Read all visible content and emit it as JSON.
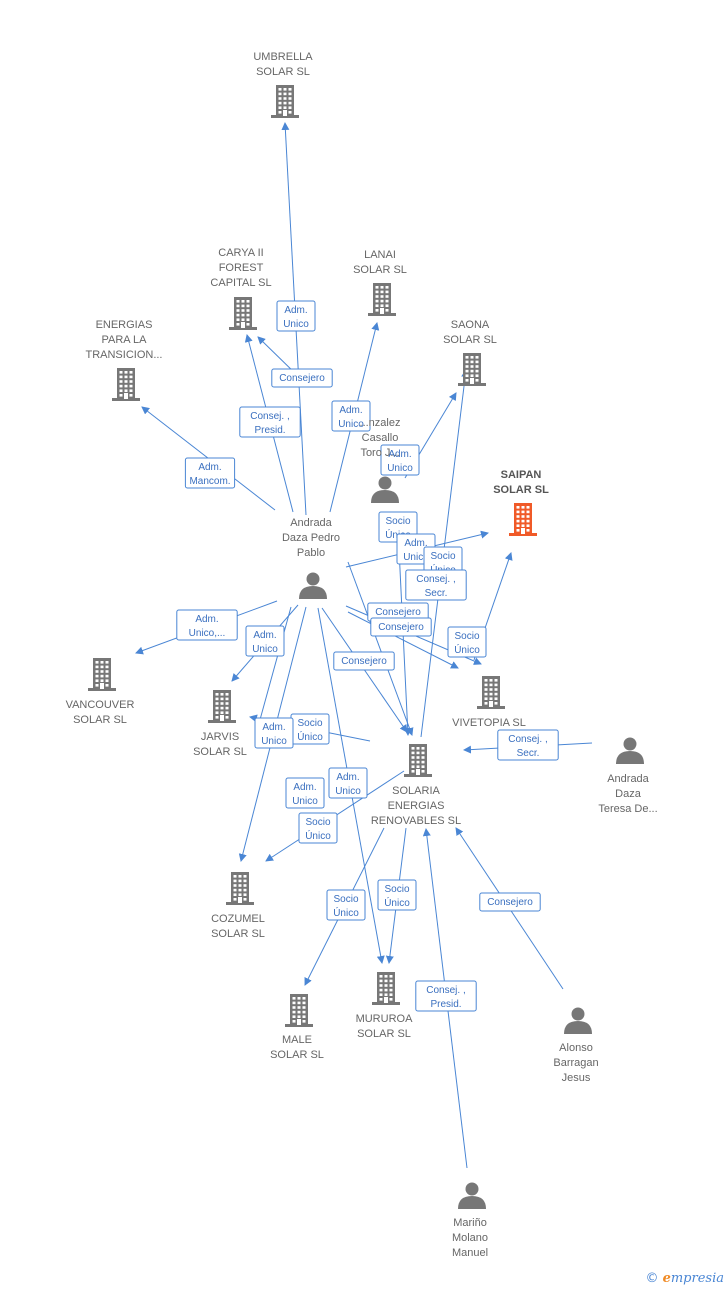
{
  "nodes": [
    {
      "id": "umbrella",
      "type": "company",
      "lines": [
        "UMBRELLA",
        "SOLAR SL"
      ]
    },
    {
      "id": "carya",
      "type": "company",
      "lines": [
        "CARYA II",
        "FOREST",
        "CAPITAL SL"
      ]
    },
    {
      "id": "lanai",
      "type": "company",
      "lines": [
        "LANAI",
        "SOLAR SL"
      ]
    },
    {
      "id": "energias",
      "type": "company",
      "lines": [
        "ENERGIAS",
        "PARA LA",
        "TRANSICION..."
      ]
    },
    {
      "id": "saona",
      "type": "company",
      "lines": [
        "SAONA",
        "SOLAR SL"
      ]
    },
    {
      "id": "saipan",
      "type": "company",
      "highlight": true,
      "lines": [
        "SAIPAN",
        "SOLAR SL"
      ]
    },
    {
      "id": "gonzalez",
      "type": "person",
      "lines": [
        "...nzalez",
        "Casallo",
        "Toro J..."
      ]
    },
    {
      "id": "andrada_pedro",
      "type": "person",
      "lines": [
        "Andrada",
        "Daza Pedro",
        "Pablo"
      ]
    },
    {
      "id": "vancouver",
      "type": "company",
      "lines": [
        "VANCOUVER",
        "SOLAR SL"
      ]
    },
    {
      "id": "jarvis",
      "type": "company",
      "lines": [
        "JARVIS",
        "SOLAR SL"
      ]
    },
    {
      "id": "vivetopia",
      "type": "company",
      "lines": [
        "VIVETOPIA SL"
      ]
    },
    {
      "id": "andrada_teresa",
      "type": "person",
      "lines": [
        "Andrada",
        "Daza",
        "Teresa De..."
      ]
    },
    {
      "id": "solaria",
      "type": "company",
      "lines": [
        "SOLARIA",
        "ENERGIAS",
        "RENOVABLES SL"
      ]
    },
    {
      "id": "cozumel",
      "type": "company",
      "lines": [
        "COZUMEL",
        "SOLAR SL"
      ]
    },
    {
      "id": "male",
      "type": "company",
      "lines": [
        "MALE",
        "SOLAR SL"
      ]
    },
    {
      "id": "mururoa",
      "type": "company",
      "lines": [
        "MURUROA",
        "SOLAR SL"
      ]
    },
    {
      "id": "alonso",
      "type": "person",
      "lines": [
        "Alonso",
        "Barragan",
        "Jesus"
      ]
    },
    {
      "id": "marino",
      "type": "person",
      "lines": [
        "Mariño",
        "Molano",
        "Manuel"
      ]
    }
  ],
  "edges": [
    {
      "from": "andrada_pedro",
      "to": "umbrella",
      "lines": [
        "Adm.",
        "Unico"
      ]
    },
    {
      "from": "andrada_pedro",
      "to": "carya",
      "lines": [
        "Consejero"
      ]
    },
    {
      "from": "andrada_pedro",
      "to": "carya",
      "lines": [
        "Consej. ,",
        "Presid."
      ]
    },
    {
      "from": "andrada_pedro",
      "to": "lanai",
      "lines": [
        "Adm.",
        "Unico"
      ]
    },
    {
      "from": "andrada_pedro",
      "to": "energias",
      "lines": [
        "Adm.",
        "Mancom."
      ]
    },
    {
      "from": "gonzalez",
      "to": "saona",
      "lines": [
        "Adm.",
        "Unico"
      ]
    },
    {
      "from": "gonzalez",
      "to": "solaria",
      "lines": [
        "Socio",
        "Único"
      ]
    },
    {
      "from": "andrada_pedro",
      "to": "saipan",
      "lines": [
        "Adm.",
        "Unico"
      ]
    },
    {
      "from": "solaria",
      "to": "saona",
      "lines": [
        "Socio",
        "Único"
      ]
    },
    {
      "from": "andrada_pedro",
      "to": "solaria",
      "lines": [
        "Consej. ,",
        "Secr."
      ]
    },
    {
      "from": "andrada_pedro",
      "to": "vivetopia",
      "lines": [
        "Consejero"
      ]
    },
    {
      "from": "andrada_pedro",
      "to": "vivetopia",
      "lines": [
        "Consejero"
      ]
    },
    {
      "from": "solaria",
      "to": "saipan",
      "lines": [
        "Socio",
        "Único"
      ]
    },
    {
      "from": "andrada_pedro",
      "to": "vancouver",
      "lines": [
        "Adm.",
        "Unico,..."
      ]
    },
    {
      "from": "andrada_pedro",
      "to": "jarvis",
      "lines": [
        "Adm.",
        "Unico"
      ]
    },
    {
      "from": "andrada_pedro",
      "to": "solaria",
      "lines": [
        "Consejero"
      ]
    },
    {
      "from": "solaria",
      "to": "jarvis",
      "lines": [
        "Socio",
        "Único"
      ]
    },
    {
      "from": "andrada_pedro",
      "to": "jarvis",
      "lines": [
        "Adm.",
        "Unico"
      ]
    },
    {
      "from": "andrada_teresa",
      "to": "solaria",
      "lines": [
        "Consej. ,",
        "Secr."
      ]
    },
    {
      "from": "andrada_pedro",
      "to": "cozumel",
      "lines": [
        "Adm.",
        "Unico"
      ]
    },
    {
      "from": "andrada_pedro",
      "to": "mururoa",
      "lines": [
        "Adm.",
        "Unico"
      ]
    },
    {
      "from": "solaria",
      "to": "cozumel",
      "lines": [
        "Socio",
        "Único"
      ]
    },
    {
      "from": "solaria",
      "to": "male",
      "lines": [
        "Socio",
        "Único"
      ]
    },
    {
      "from": "solaria",
      "to": "mururoa",
      "lines": [
        "Socio",
        "Único"
      ]
    },
    {
      "from": "alonso",
      "to": "solaria",
      "lines": [
        "Consejero"
      ]
    },
    {
      "from": "marino",
      "to": "solaria",
      "lines": [
        "Consej. ,",
        "Presid."
      ]
    }
  ],
  "colors": {
    "edge": "#4a86d4",
    "company": "#777777",
    "person": "#777777",
    "highlight": "#f05a28"
  },
  "footer": {
    "copyright_symbol": "©",
    "brand_initial": "e",
    "brand_rest": "mpresia"
  }
}
